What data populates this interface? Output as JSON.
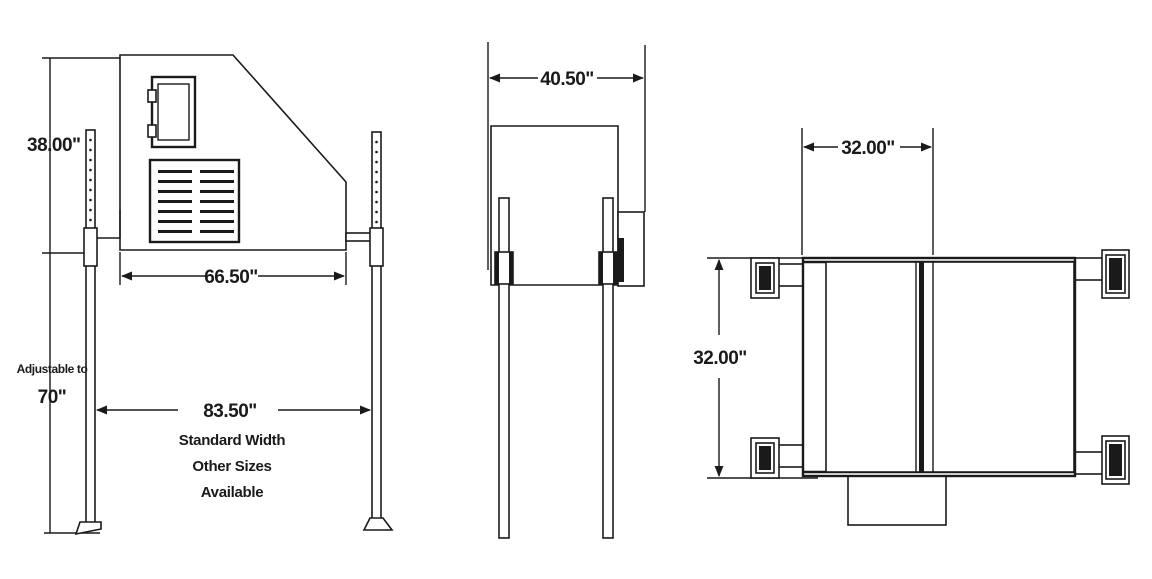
{
  "side_view": {
    "height_label": "38.00\"",
    "inner_width_label": "66.50\"",
    "leg_note_line1": "Adjustable to",
    "leg_note_line2": "70\"",
    "overall_width_label": "83.50\"",
    "width_note_line1": "Standard Width",
    "width_note_line2": "Other Sizes",
    "width_note_line3": "Available"
  },
  "front_view": {
    "width_label": "40.50\""
  },
  "top_view": {
    "width_label": "32.00\"",
    "depth_label": "32.00\""
  },
  "colors": {
    "ink": "#1a1a1a",
    "background": "#ffffff"
  }
}
